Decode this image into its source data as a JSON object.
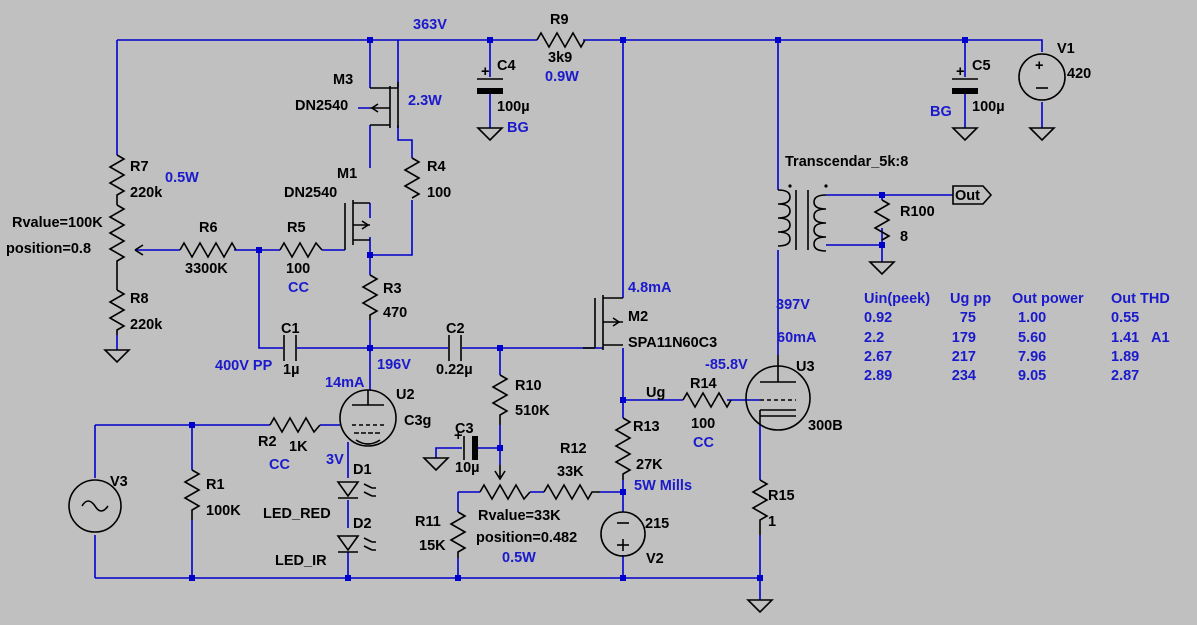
{
  "colors": {
    "background": "#c0c0c0",
    "wire": "#0000cc",
    "component": "#000000",
    "annotation": "#1a1acc"
  },
  "rails": {
    "b_plus_voltage": "363V"
  },
  "components": {
    "r9": {
      "ref": "R9",
      "value": "3k9",
      "power": "0.9W"
    },
    "c4": {
      "ref": "C4",
      "value": "100µ",
      "type": "BG"
    },
    "c5": {
      "ref": "C5",
      "value": "100µ",
      "type": "BG"
    },
    "v1": {
      "ref": "V1",
      "value": "420"
    },
    "m3": {
      "ref": "M3",
      "part": "DN2540",
      "power": "2.3W"
    },
    "m1": {
      "ref": "M1",
      "part": "DN2540"
    },
    "r4": {
      "ref": "R4",
      "value": "100"
    },
    "r7": {
      "ref": "R7",
      "value": "220k",
      "power": "0.5W"
    },
    "pot1": {
      "rvalue": "Rvalue=100K",
      "position": "position=0.8"
    },
    "r8": {
      "ref": "R8",
      "value": "220k"
    },
    "r6": {
      "ref": "R6",
      "value": "3300K"
    },
    "r5": {
      "ref": "R5",
      "value": "100",
      "type": "CC"
    },
    "r3": {
      "ref": "R3",
      "value": "470"
    },
    "c1": {
      "ref": "C1",
      "value": "1µ",
      "type": "400V PP"
    },
    "c2": {
      "ref": "C2",
      "value": "0.22µ"
    },
    "m2": {
      "ref": "M2",
      "part": "SPA11N60C3",
      "current": "4.8mA"
    },
    "u2": {
      "ref": "U2",
      "part": "C3g",
      "current": "14mA",
      "plate_voltage": "196V",
      "cathode_voltage": "3V"
    },
    "r2": {
      "ref": "R2",
      "value": "1K",
      "type": "CC"
    },
    "r1": {
      "ref": "R1",
      "value": "100K"
    },
    "v3": {
      "ref": "V3"
    },
    "d1": {
      "ref": "D1",
      "part": "LED_RED"
    },
    "d2": {
      "ref": "D2",
      "part": "LED_IR"
    },
    "r10": {
      "ref": "R10",
      "value": "510K"
    },
    "c3": {
      "ref": "C3",
      "value": "10µ"
    },
    "r12": {
      "ref": "R12",
      "value": "33K"
    },
    "r11": {
      "ref": "R11",
      "value": "15K"
    },
    "pot2": {
      "rvalue": "Rvalue=33K",
      "position": "position=0.482",
      "power": "0.5W"
    },
    "r13": {
      "ref": "R13",
      "value": "27K",
      "type": "5W Mills"
    },
    "v2": {
      "ref": "V2",
      "value": "215"
    },
    "r14": {
      "ref": "R14",
      "value": "100",
      "type": "CC"
    },
    "ug": {
      "label": "Ug",
      "voltage": "-85.8V"
    },
    "u3": {
      "ref": "U3",
      "part": "300B",
      "plate_voltage": "397V",
      "current": "60mA"
    },
    "r15": {
      "ref": "R15",
      "value": "1"
    },
    "transformer": {
      "part": "Transcendar_5k:8"
    },
    "r100": {
      "ref": "R100",
      "value": "8"
    },
    "out": {
      "label": "Out"
    }
  },
  "table": {
    "headers": [
      "Uin(peek)",
      "Ug pp",
      "Out power",
      "Out THD"
    ],
    "rows": [
      [
        "0.92",
        "75",
        "1.00",
        "0.55"
      ],
      [
        "2.2",
        "179",
        "5.60",
        "1.41"
      ],
      [
        "2.67",
        "217",
        "7.96",
        "1.89"
      ],
      [
        "2.89",
        "234",
        "9.05",
        "2.87"
      ]
    ],
    "row_note": "A1"
  }
}
